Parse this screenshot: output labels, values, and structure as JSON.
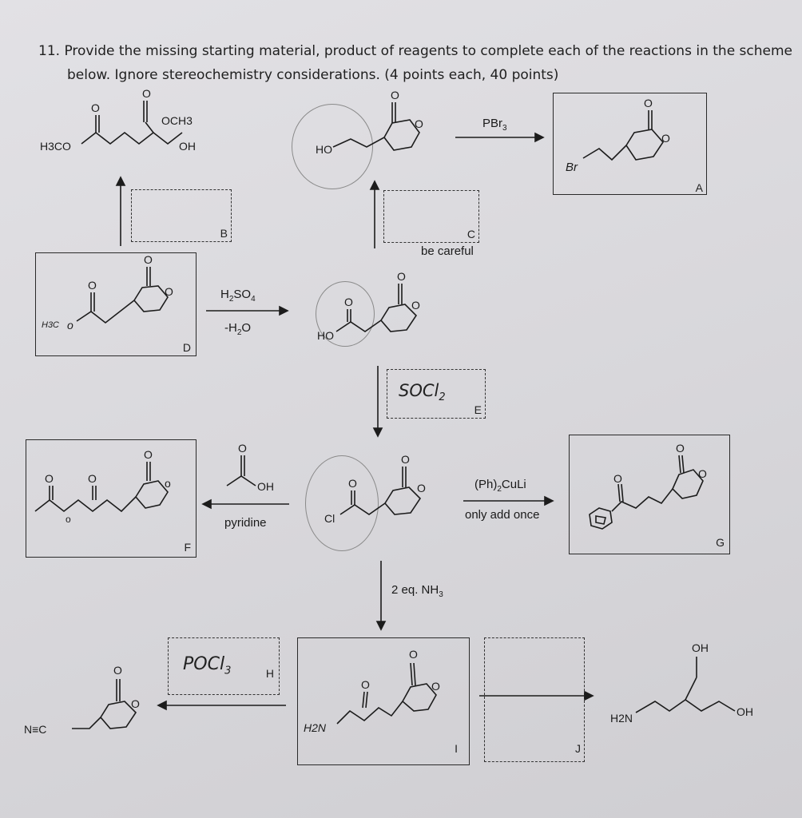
{
  "question": {
    "line1": "11. Provide the missing starting material, product of reagents to complete each of the reactions in the scheme",
    "line2": "below. Ignore stereochemistry considerations. (4 points each, 40 points)"
  },
  "labels": {
    "A": "A",
    "B": "B",
    "C": "C",
    "D": "D",
    "E": "E",
    "F": "F",
    "G": "G",
    "I": "I",
    "J": "J"
  },
  "reagents": {
    "pbr3": "PBr3",
    "c_note": "be careful",
    "h2so4": "H2SO4",
    "minus_h2o": "-H2O",
    "socl2": "SOCl2",
    "ph2culi": "(Ph)2CuLi",
    "only_add_once": "only add once",
    "acetic_acid_oh": "OH",
    "pyridine": "pyridine",
    "nh3": "2 eq. NH3",
    "pocl3": "POCl3"
  },
  "atoms": {
    "och3": "OCH3",
    "h3co": "H3CO",
    "oh": "OH",
    "ho": "HO",
    "o": "O",
    "cl": "Cl",
    "h2n": "H2N",
    "nc": "N≡C",
    "br": "Br",
    "h3c": "H3C"
  }
}
